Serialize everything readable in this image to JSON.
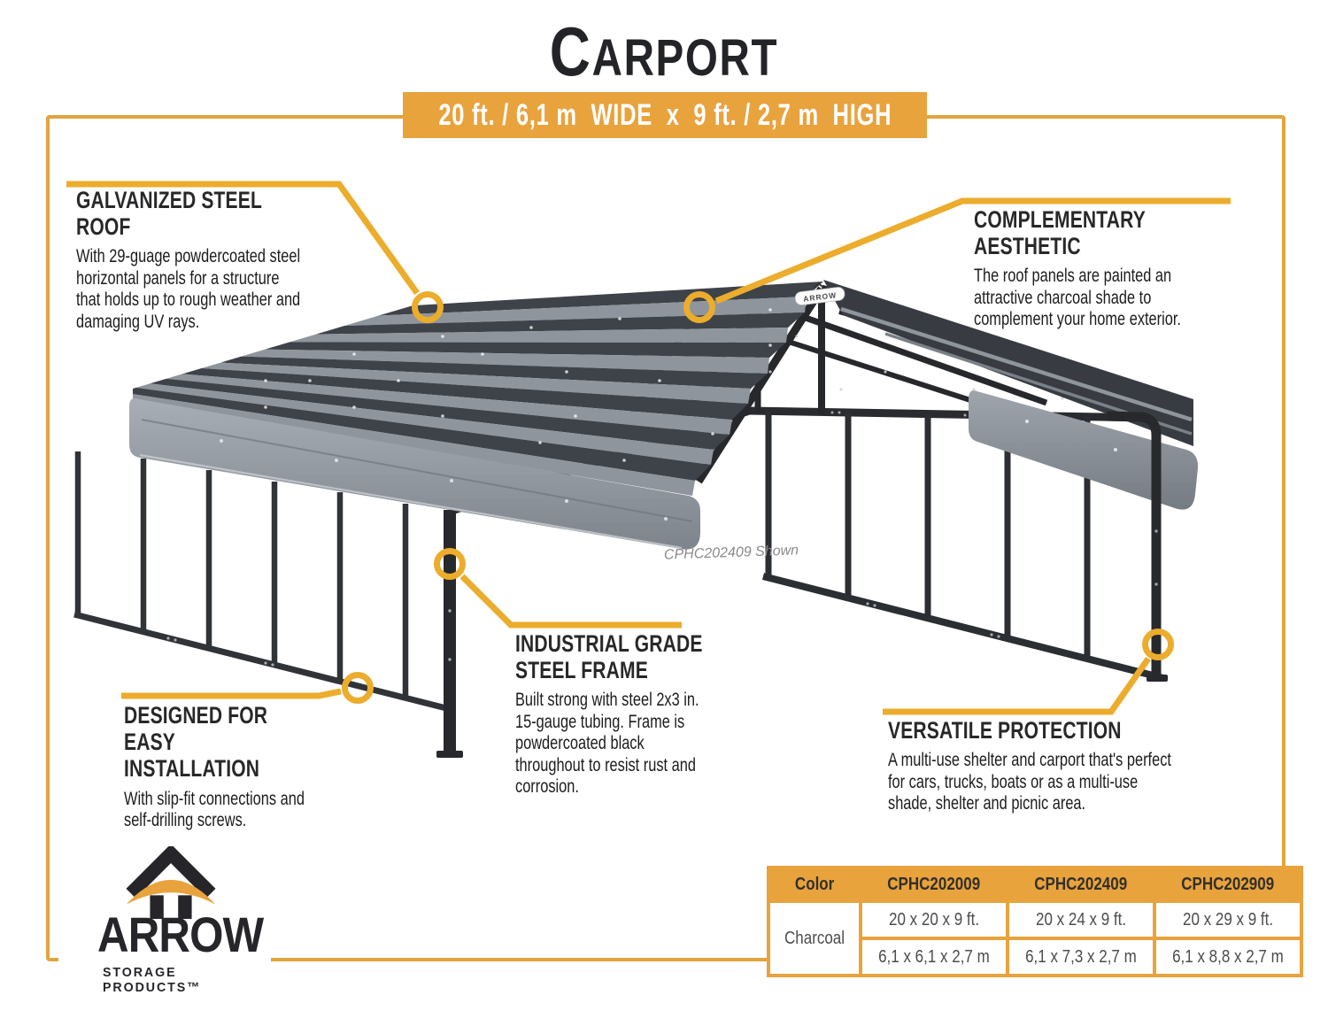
{
  "page": {
    "title": "CARPORT",
    "banner": "20 ft. / 6,1 m  WIDE  x  9 ft. / 2,7 m  HIGH",
    "watermark": "CPHC202409 Shown",
    "peak_badge": "ARROW"
  },
  "callouts": {
    "roof": {
      "title": "GALVANIZED STEEL ROOF",
      "body": "With 29-guage powdercoated steel horizontal panels for a structure that holds up to rough weather and damaging UV rays."
    },
    "aesthetic": {
      "title": "COMPLEMENTARY AESTHETIC",
      "body": "The roof panels are painted an attractive charcoal shade to complement your home exterior."
    },
    "frame": {
      "title": "INDUSTRIAL GRADE\nSTEEL FRAME",
      "body": "Built strong with steel 2x3 in. 15-gauge tubing. Frame is powdercoated black throughout to resist rust and corrosion."
    },
    "installation": {
      "title": "DESIGNED FOR EASY\nINSTALLATION",
      "body": "With slip-fit connections and self-drilling screws."
    },
    "protection": {
      "title": "VERSATILE PROTECTION",
      "body": "A multi-use shelter and carport that's perfect for cars, trucks, boats or as a multi-use shade, shelter and picnic area."
    }
  },
  "logo": {
    "name": "ARROW",
    "tagline": "STORAGE PRODUCTS™"
  },
  "spec_table": {
    "headers": [
      "Color",
      "CPHC202009",
      "CPHC202409",
      "CPHC202909"
    ],
    "color_value": "Charcoal",
    "dims_ft": [
      "20 x 20 x 9 ft.",
      "20 x 24 x 9 ft.",
      "20 x 29 x 9 ft."
    ],
    "dims_m": [
      "6,1 x 6,1 x 2,7 m",
      "6,1 x 7,3 x 2,7 m",
      "6,1 x 8,8 x 2,7 m"
    ]
  },
  "colors": {
    "accent_yellow": "#E8A33D",
    "callout_line": "#ECAC2C",
    "frame_border": "#E2A43C",
    "roof_dark": "#3E434A",
    "roof_light": "#8F959C",
    "steel_black": "#27292D",
    "fascia_gray": "#8A9096"
  }
}
